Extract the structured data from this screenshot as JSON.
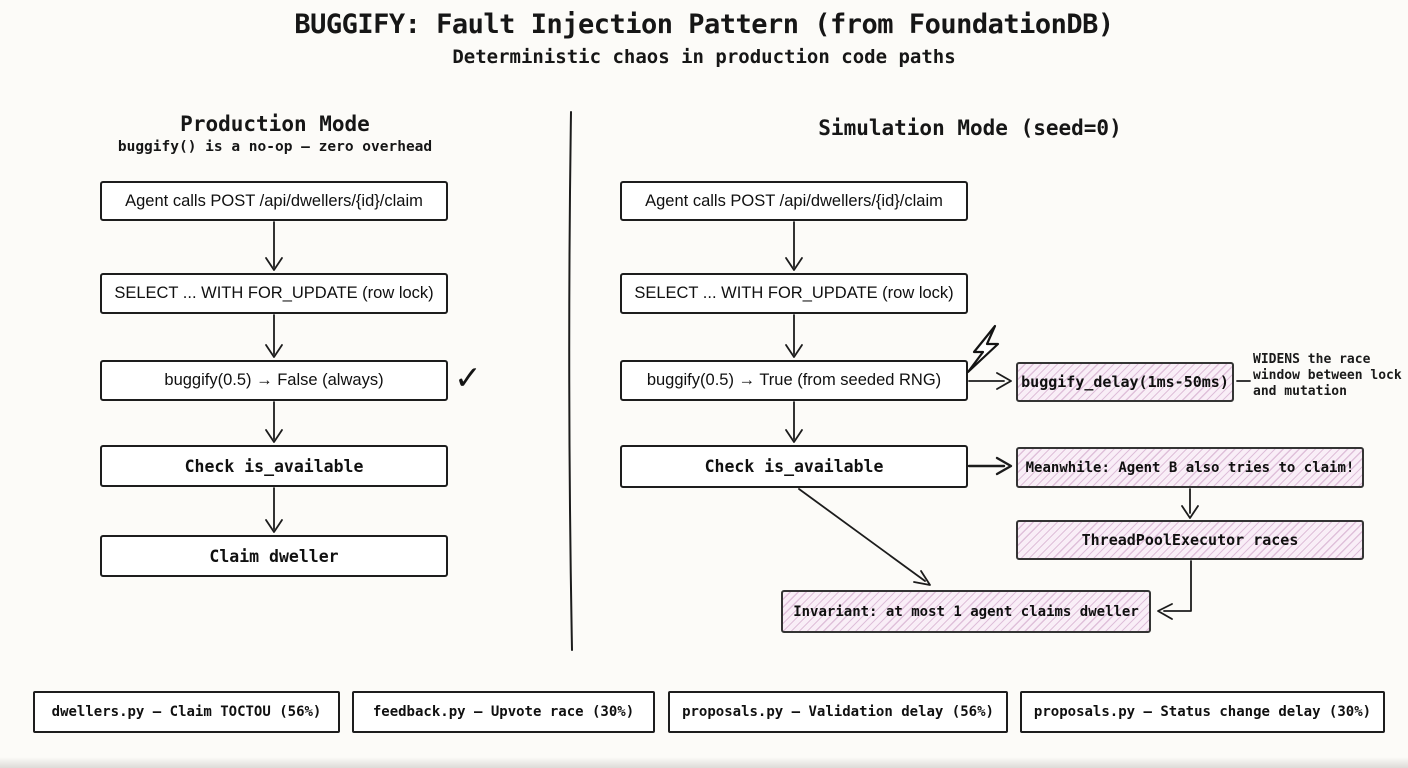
{
  "title": "BUGGIFY: Fault Injection Pattern (from FoundationDB)",
  "subtitle": "Deterministic chaos in production code paths",
  "production": {
    "heading": "Production Mode",
    "subheading": "buggify() is a no-op — zero overhead",
    "steps": [
      "Agent calls POST /api/dwellers/{id}/claim",
      "SELECT ... WITH FOR_UPDATE (row lock)",
      "buggify(0.5) → False (always)",
      "Check is_available",
      "Claim dweller"
    ]
  },
  "simulation": {
    "heading": "Simulation Mode (seed=0)",
    "steps": [
      "Agent calls POST /api/dwellers/{id}/claim",
      "SELECT ... WITH FOR_UPDATE (row lock)",
      "buggify(0.5) → True (from seeded RNG)",
      "Check is_available"
    ],
    "delay_box": "buggify_delay(1ms-50ms)",
    "delay_note_lines": [
      "WIDENS the race",
      "window between lock",
      "and mutation"
    ],
    "meanwhile_box": "Meanwhile: Agent B also tries to claim!",
    "races_box": "ThreadPoolExecutor races",
    "invariant_box": "Invariant: at most 1 agent claims dweller"
  },
  "footer_boxes": [
    "dwellers.py — Claim TOCTOU (56%)",
    "feedback.py — Upvote race (30%)",
    "proposals.py — Validation delay (56%)",
    "proposals.py — Status change delay (30%)"
  ],
  "icons": {
    "check": "✓",
    "lightning": "lightning-bolt"
  },
  "colors": {
    "fault_fill": "#f9eef7",
    "fault_hatch": "#dfc0da",
    "ink": "#1c1c1c"
  }
}
